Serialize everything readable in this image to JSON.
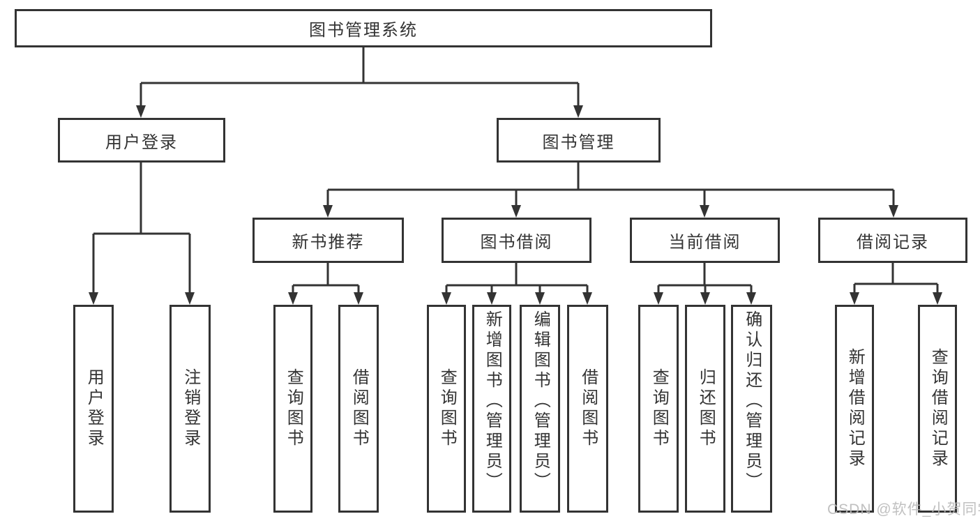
{
  "diagram": {
    "root": {
      "label": "图书管理系统"
    },
    "level2": [
      {
        "label": "用户登录"
      },
      {
        "label": "图书管理"
      }
    ],
    "level3": [
      {
        "label": "新书推荐"
      },
      {
        "label": "图书借阅"
      },
      {
        "label": "当前借阅"
      },
      {
        "label": "借阅记录"
      }
    ],
    "leaves": [
      {
        "label": "用户登录"
      },
      {
        "label": "注销登录"
      },
      {
        "label": "查询图书"
      },
      {
        "label": "借阅图书"
      },
      {
        "label": "查询图书"
      },
      {
        "label": "新增图书（管理员）"
      },
      {
        "label": "编辑图书（管理员）"
      },
      {
        "label": "借阅图书"
      },
      {
        "label": "查询图书"
      },
      {
        "label": "归还图书"
      },
      {
        "label": "确认归还（管理员）"
      },
      {
        "label": "新增借阅记录"
      },
      {
        "label": "查询借阅记录"
      }
    ]
  },
  "watermark": {
    "text": "CSDN @软件_小贺同学"
  },
  "colors": {
    "line": "#333333",
    "border": "#333333",
    "text": "#333333",
    "watermark": "#b9b9b9",
    "background": "#ffffff"
  }
}
